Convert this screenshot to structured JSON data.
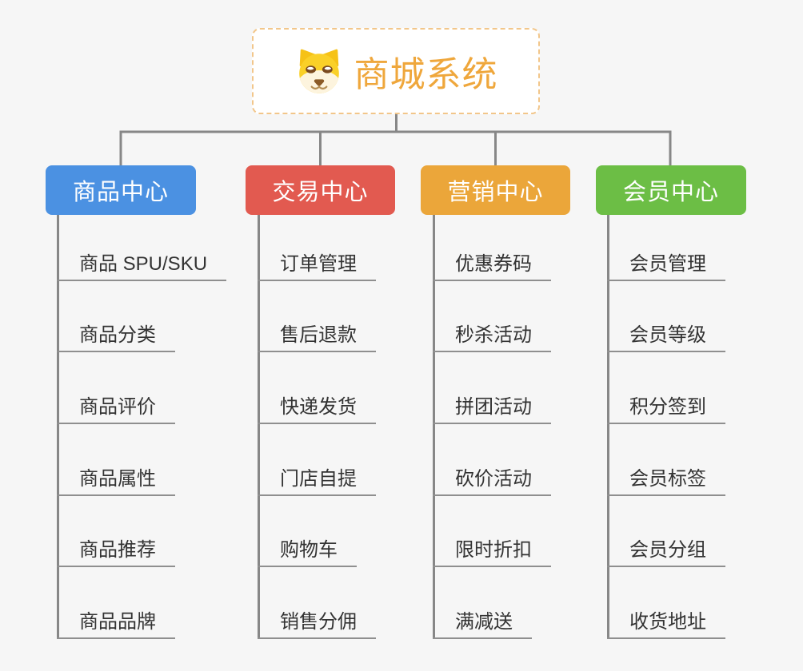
{
  "root": {
    "title": "商城系统",
    "icon": "shiba-dog",
    "title_color": "#efa73c",
    "border_color": "#f2c68a"
  },
  "branches": [
    {
      "label": "商品中心",
      "color": "#4b91e2",
      "items": [
        "商品 SPU/SKU",
        "商品分类",
        "商品评价",
        "商品属性",
        "商品推荐",
        "商品品牌"
      ]
    },
    {
      "label": "交易中心",
      "color": "#e25a50",
      "items": [
        "订单管理",
        "售后退款",
        "快递发货",
        "门店自提",
        "购物车",
        "销售分佣"
      ]
    },
    {
      "label": "营销中心",
      "color": "#eba63a",
      "items": [
        "优惠券码",
        "秒杀活动",
        "拼团活动",
        "砍价活动",
        "限时折扣",
        "满减送"
      ]
    },
    {
      "label": "会员中心",
      "color": "#6cbe45",
      "items": [
        "会员管理",
        "会员等级",
        "积分签到",
        "会员标签",
        "会员分组",
        "收货地址"
      ]
    }
  ],
  "connector_color": "#878787",
  "background_color": "#f6f6f6"
}
